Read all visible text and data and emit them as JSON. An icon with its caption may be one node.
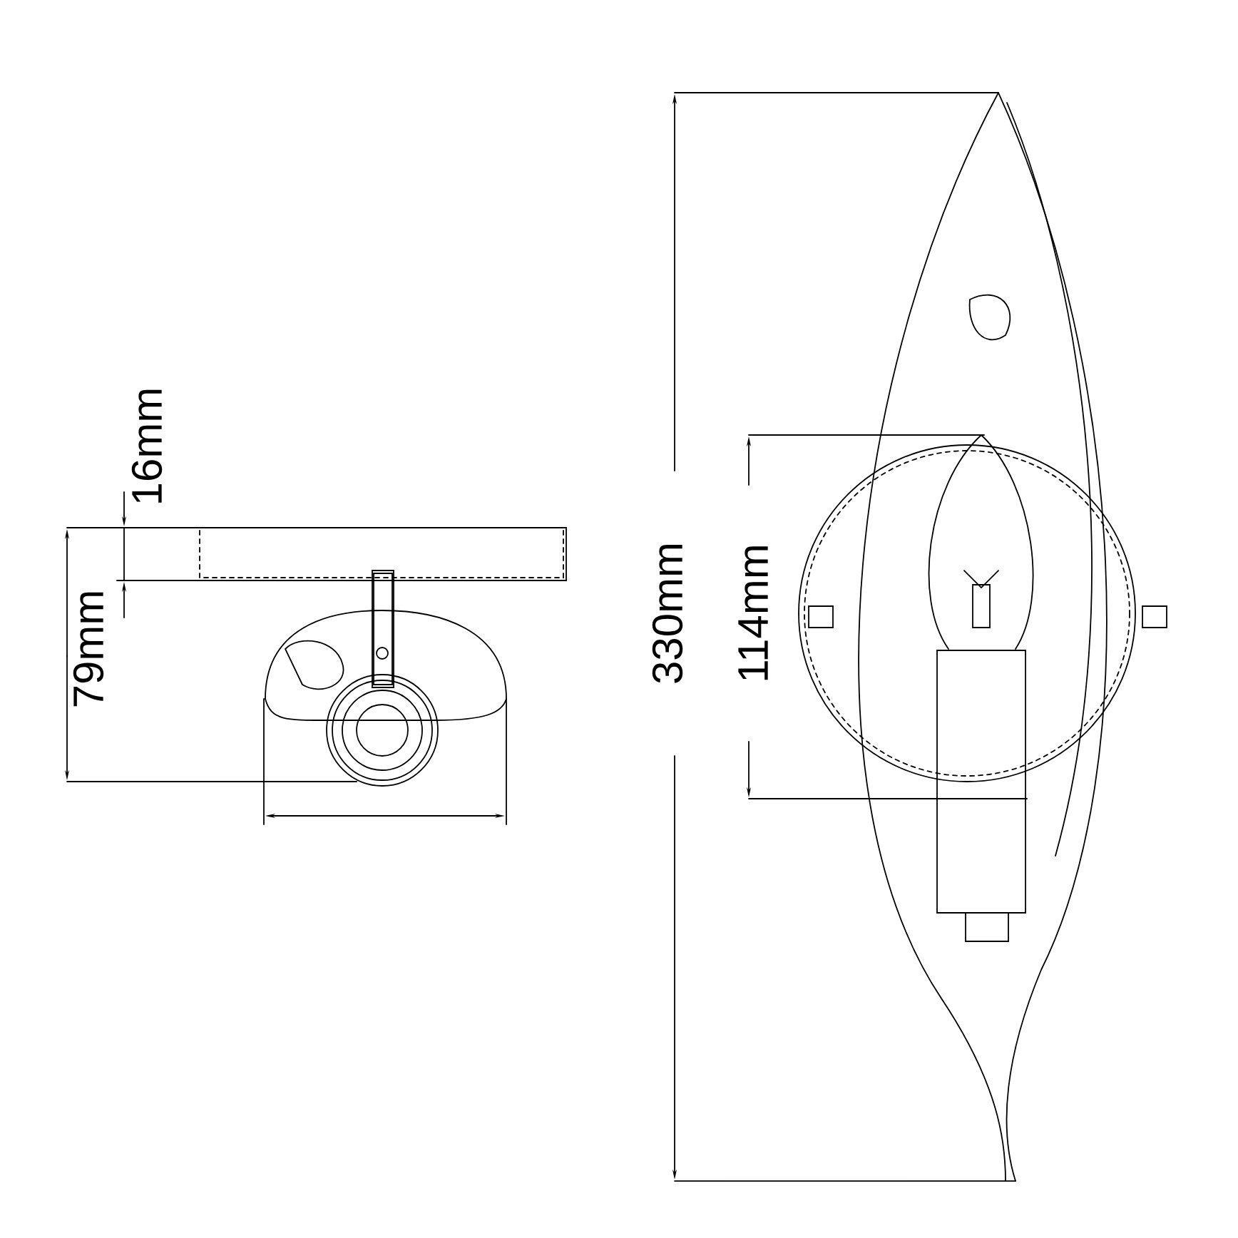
{
  "diagram": {
    "labels": [
      "16mm",
      "79mm",
      "330mm",
      "114mm"
    ]
  }
}
